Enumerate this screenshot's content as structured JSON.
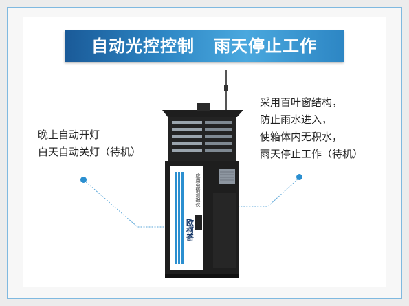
{
  "banner": {
    "title": "自动光控控制   雨天停止工作"
  },
  "left_text": {
    "line1": "晚上自动开灯",
    "line2": "白天自动关灯（待机）"
  },
  "right_text": {
    "line1": "采用百叶窗结构，",
    "line2": "防止雨水进入，",
    "line3": "使箱体内无积水，",
    "line4": "雨天停止工作（待机）"
  },
  "device": {
    "brand_label": "欧柯奇",
    "product_label": "应用虫情测报仪"
  },
  "colors": {
    "accent": "#2b8fd0",
    "banner_dark": "#1a5a98",
    "frame_border": "#7fb9e0",
    "device_body": "#1e1e1e"
  }
}
